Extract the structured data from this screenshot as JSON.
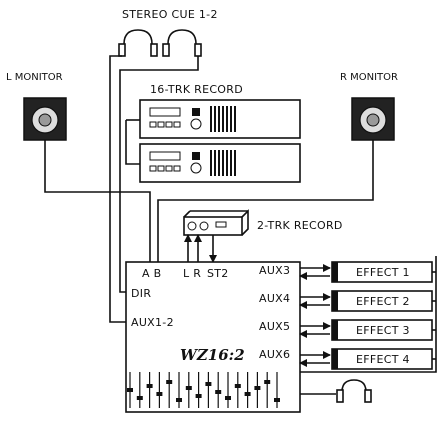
{
  "labels": {
    "stereo_cue": "STEREO CUE 1-2",
    "l_monitor": "L MONITOR",
    "r_monitor": "R MONITOR",
    "trk16_record": "16-TRK RECORD",
    "trk2_record": "2-TRK RECORD"
  },
  "mixer": {
    "brand": "WZ16:2",
    "port_ab": "A B",
    "port_lr": "L R",
    "port_st2": "ST2",
    "port_dir": "DIR",
    "port_aux12": "AUX1-2",
    "port_aux3": "AUX3",
    "port_aux4": "AUX4",
    "port_aux5": "AUX5",
    "port_aux6": "AUX6"
  },
  "effects": [
    "EFFECT 1",
    "EFFECT 2",
    "EFFECT 3",
    "EFFECT 4"
  ],
  "icons": {
    "headphones": "headphones-icon",
    "speaker": "speaker-icon",
    "recorder": "recorder-icon",
    "tape_deck": "tape-deck-icon"
  }
}
